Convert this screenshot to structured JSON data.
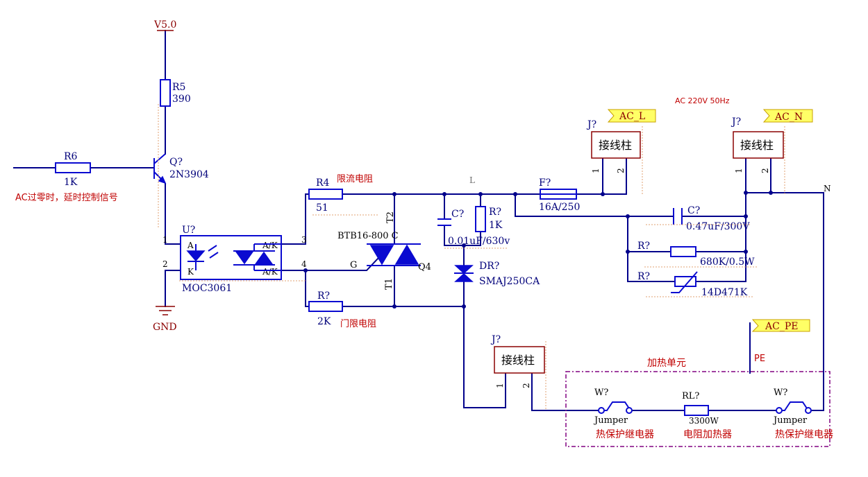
{
  "power": {
    "vcc": "V5.0",
    "gnd": "GND"
  },
  "resistors": {
    "r5": {
      "ref": "R5",
      "value": "390"
    },
    "r6": {
      "ref": "R6",
      "value": "1K"
    },
    "r4": {
      "ref": "R4",
      "value": "51",
      "note": "限流电阻"
    },
    "r_gate": {
      "ref": "R?",
      "value": "2K",
      "note": "门限电阻"
    },
    "r_snub": {
      "ref": "R?",
      "value": "1K"
    },
    "r_bleed": {
      "ref": "R?",
      "value": "680K/0.5W"
    },
    "r_var": {
      "ref": "R?",
      "value": "14D471K"
    },
    "rl": {
      "ref": "RL?",
      "value": "3300W",
      "note": "电阻加热器"
    }
  },
  "transistor": {
    "ref": "Q?",
    "value": "2N3904"
  },
  "input_signal": "AC过零时，延时控制信号",
  "optocoupler": {
    "ref": "U?",
    "value": "MOC3061",
    "pin_a": "A",
    "pin_k": "K",
    "pin_ak1": "A/K",
    "pin_ak2": "A/K",
    "n1": "1",
    "n2": "2",
    "n3": "3",
    "n4": "4"
  },
  "triac": {
    "ref": "Q4",
    "value": "BTB16-800 C",
    "t1": "T1",
    "t2": "T2",
    "g": "G"
  },
  "caps": {
    "c_snub": {
      "ref": "C?",
      "value": "0.01uF/630v"
    },
    "c_x": {
      "ref": "C?",
      "value": "0.47uF/300V"
    }
  },
  "tvs": {
    "ref": "DR?",
    "value": "SMAJ250CA"
  },
  "fuse": {
    "ref": "F?",
    "value": "16A/250"
  },
  "net_l": "L",
  "net_n": "N",
  "net_pe": "PE",
  "ports": {
    "ac_l": "AC_L",
    "ac_n": "AC_N",
    "ac_pe": "AC_PE"
  },
  "mains_note": "AC 220V 50Hz",
  "terminals": {
    "j_l": {
      "ref": "J?",
      "label": "接线柱",
      "p1": "1",
      "p2": "2"
    },
    "j_n": {
      "ref": "J?",
      "label": "接线柱",
      "p1": "1",
      "p2": "2"
    },
    "j_load": {
      "ref": "J?",
      "label": "接线柱",
      "p1": "1",
      "p2": "2"
    }
  },
  "heating_unit": {
    "title": "加热单元",
    "w1": {
      "ref": "W?",
      "value": "Jumper",
      "note": "热保护继电器"
    },
    "w2": {
      "ref": "W?",
      "value": "Jumper",
      "note": "热保护继电器"
    }
  },
  "colors": {
    "wire": "#00008b",
    "component": "#0a0ad0",
    "label_red": "#c00000",
    "port_fill": "#ffff66",
    "dash_box": "#800080"
  }
}
